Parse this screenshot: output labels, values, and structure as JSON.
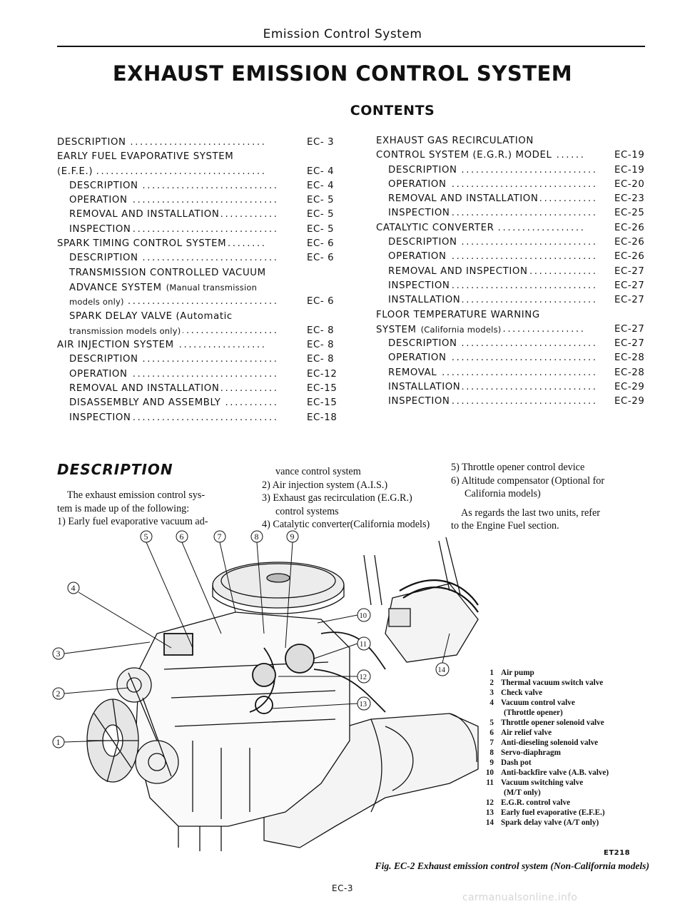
{
  "header": {
    "running_title": "Emission Control System",
    "page_title": "EXHAUST EMISSION CONTROL SYSTEM",
    "contents_label": "CONTENTS"
  },
  "toc_left": [
    {
      "label": "DESCRIPTION",
      "page": "EC- 3",
      "indent": 0
    },
    {
      "label": "EARLY FUEL EVAPORATIVE SYSTEM",
      "page": "",
      "indent": 0
    },
    {
      "label": "(E.F.E.)",
      "page": "EC- 4",
      "indent": 0
    },
    {
      "label": "DESCRIPTION",
      "page": "EC- 4",
      "indent": 1
    },
    {
      "label": "OPERATION",
      "page": "EC- 5",
      "indent": 1
    },
    {
      "label": "REMOVAL AND INSTALLATION",
      "page": "EC- 5",
      "indent": 1
    },
    {
      "label": "INSPECTION",
      "page": "EC- 5",
      "indent": 1
    },
    {
      "label": "SPARK TIMING CONTROL SYSTEM",
      "page": "EC- 6",
      "indent": 0
    },
    {
      "label": "DESCRIPTION",
      "page": "EC- 6",
      "indent": 1
    },
    {
      "label": "TRANSMISSION CONTROLLED VACUUM",
      "page": "",
      "indent": 1
    },
    {
      "label": "ADVANCE SYSTEM",
      "small": "(Manual transmission",
      "page": "",
      "indent": 1
    },
    {
      "label": "",
      "small": "models only)",
      "page": "EC- 6",
      "indent": 1
    },
    {
      "label": "SPARK DELAY VALVE (Automatic",
      "page": "",
      "indent": 1
    },
    {
      "label": "",
      "small": "transmission models only)",
      "page": "EC- 8",
      "indent": 1
    },
    {
      "label": "AIR INJECTION SYSTEM",
      "page": "EC- 8",
      "indent": 0
    },
    {
      "label": "DESCRIPTION",
      "page": "EC- 8",
      "indent": 1
    },
    {
      "label": "OPERATION",
      "page": "EC-12",
      "indent": 1
    },
    {
      "label": "REMOVAL AND INSTALLATION",
      "page": "EC-15",
      "indent": 1
    },
    {
      "label": "DISASSEMBLY AND ASSEMBLY",
      "page": "EC-15",
      "indent": 1
    },
    {
      "label": "INSPECTION",
      "page": "EC-18",
      "indent": 1
    }
  ],
  "toc_right": [
    {
      "label": "EXHAUST GAS RECIRCULATION",
      "page": "",
      "indent": 0
    },
    {
      "label": "CONTROL SYSTEM (E.G.R.) MODEL",
      "page": "EC-19",
      "indent": 0
    },
    {
      "label": "DESCRIPTION",
      "page": "EC-19",
      "indent": 1
    },
    {
      "label": "OPERATION",
      "page": "EC-20",
      "indent": 1
    },
    {
      "label": "REMOVAL AND INSTALLATION",
      "page": "EC-23",
      "indent": 1
    },
    {
      "label": "INSPECTION",
      "page": "EC-25",
      "indent": 1
    },
    {
      "label": "CATALYTIC CONVERTER",
      "page": "EC-26",
      "indent": 0
    },
    {
      "label": "DESCRIPTION",
      "page": "EC-26",
      "indent": 1
    },
    {
      "label": "OPERATION",
      "page": "EC-26",
      "indent": 1
    },
    {
      "label": "REMOVAL AND INSPECTION",
      "page": "EC-27",
      "indent": 1
    },
    {
      "label": "INSPECTION",
      "page": "EC-27",
      "indent": 1
    },
    {
      "label": "INSTALLATION",
      "page": "EC-27",
      "indent": 1
    },
    {
      "label": "FLOOR TEMPERATURE WARNING",
      "page": "",
      "indent": 0
    },
    {
      "label": "SYSTEM",
      "small": "(California models)",
      "page": "EC-27",
      "indent": 0
    },
    {
      "label": "DESCRIPTION",
      "page": "EC-27",
      "indent": 1
    },
    {
      "label": "OPERATION",
      "page": "EC-28",
      "indent": 1
    },
    {
      "label": "REMOVAL",
      "page": "EC-28",
      "indent": 1
    },
    {
      "label": "INSTALLATION",
      "page": "EC-29",
      "indent": 1
    },
    {
      "label": "INSPECTION",
      "page": "EC-29",
      "indent": 1
    }
  ],
  "description": {
    "heading": "DESCRIPTION",
    "col1": [
      "The exhaust emission control sys-",
      "tem is made up of the following:",
      "1) Early fuel evaporative vacuum ad-"
    ],
    "col2": [
      "vance control system",
      "2) Air injection system (A.I.S.)",
      "3) Exhaust gas recirculation (E.G.R.)",
      "control systems",
      "4) Catalytic converter(California models)"
    ],
    "col3": [
      "5) Throttle opener control device",
      "6) Altitude compensator (Optional for",
      "California models)",
      "",
      "As regards the last two units, refer",
      "to the Engine Fuel section."
    ]
  },
  "figure": {
    "callouts": [
      "1",
      "2",
      "3",
      "4",
      "5",
      "6",
      "7",
      "8",
      "9",
      "10",
      "11",
      "12",
      "13",
      "14"
    ],
    "legend": [
      {
        "num": "1",
        "text": "Air pump"
      },
      {
        "num": "2",
        "text": "Thermal vacuum switch valve"
      },
      {
        "num": "3",
        "text": "Check valve"
      },
      {
        "num": "4",
        "text": "Vacuum control valve"
      },
      {
        "num": "",
        "text": "(Throttle opener)"
      },
      {
        "num": "5",
        "text": "Throttle opener solenoid valve"
      },
      {
        "num": "6",
        "text": "Air relief valve"
      },
      {
        "num": "7",
        "text": "Anti-dieseling solenoid valve"
      },
      {
        "num": "8",
        "text": "Servo-diaphragm"
      },
      {
        "num": "9",
        "text": "Dash pot"
      },
      {
        "num": "10",
        "text": "Anti-backfire valve (A.B. valve)"
      },
      {
        "num": "11",
        "text": "Vacuum switching valve"
      },
      {
        "num": "",
        "text": "(M/T only)"
      },
      {
        "num": "12",
        "text": "E.G.R. control valve"
      },
      {
        "num": "13",
        "text": "Early fuel evaporative (E.F.E.)"
      },
      {
        "num": "14",
        "text": "Spark delay valve (A/T only)"
      }
    ],
    "code": "ET218",
    "caption": "Fig. EC-2 Exhaust emission control system (Non-California models)"
  },
  "footer": {
    "page_number": "EC-3",
    "watermark": "carmanualsonline.info"
  }
}
